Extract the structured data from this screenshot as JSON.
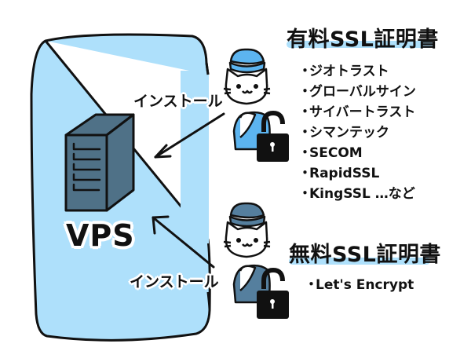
{
  "vps": {
    "label": "VPS",
    "box_color": "#aee0fb",
    "server_color": "#4f7187"
  },
  "paid": {
    "title": "有料SSL証明書",
    "cat_color": "#5cb4ef",
    "items": [
      {
        "bullet": "・",
        "label": "ジオトラスト"
      },
      {
        "bullet": "・",
        "label": "グローバルサイン"
      },
      {
        "bullet": "・",
        "label": "サイバートラスト"
      },
      {
        "bullet": "・",
        "label": "シマンテック"
      },
      {
        "bullet": "・",
        "label": "SECOM"
      },
      {
        "bullet": "・",
        "label": "RapidSSL"
      },
      {
        "bullet": "・",
        "label": "KingSSL …など"
      }
    ],
    "install_label": "インストール"
  },
  "free": {
    "title": "無料SSL証明書",
    "cat_color": "#557f9e",
    "items": [
      {
        "bullet": "・",
        "label": "Let's Encrypt"
      }
    ],
    "install_label": "インストール"
  },
  "underline_color": "#aee0fb"
}
